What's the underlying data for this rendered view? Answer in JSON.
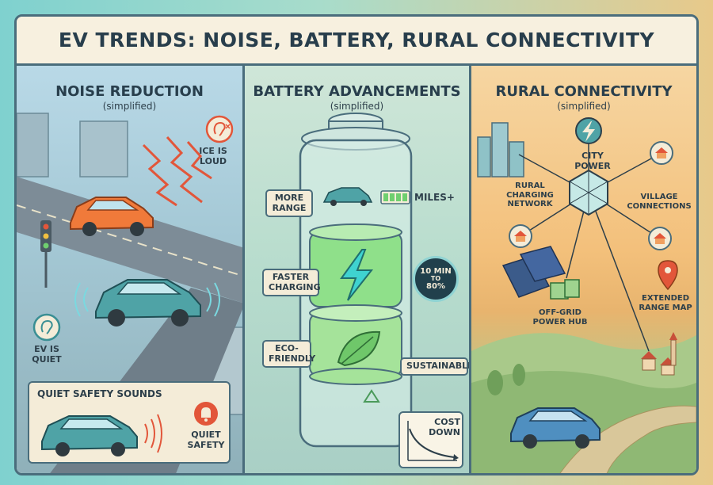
{
  "title": "EV TRENDS: NOISE, BATTERY, RURAL CONNECTIVITY",
  "panels": {
    "noise": {
      "title": "NOISE REDUCTION",
      "subtitle": "(simplified)",
      "ice_label": "ICE IS LOUD",
      "ev_label": "EV IS QUIET",
      "safety_title": "QUIET SAFETY SOUNDS",
      "safety_label": "QUIET SAFETY"
    },
    "battery": {
      "title": "BATTERY ADVANCEMENTS",
      "subtitle": "(simplified)",
      "more_range": "MORE RANGE",
      "miles": "MILES+",
      "faster_charging": "FASTER CHARGING",
      "charge_time": "10 MIN",
      "charge_to": "TO",
      "charge_pct": "80%",
      "eco_friendly": "ECO-FRIENDLY",
      "sustainable": "SUSTAINABLE",
      "cost_down": "COST DOWN"
    },
    "rural": {
      "title": "RURAL CONNECTIVITY",
      "subtitle": "(simplified)",
      "city_power": "CITY POWER",
      "rural_network": "RURAL CHARGING NETWORK",
      "village_connections": "VILLAGE CONNECTIONS",
      "offgrid_hub": "OFF-GRID POWER HUB",
      "extended_range": "EXTENDED RANGE MAP"
    }
  },
  "colors": {
    "outline": "#4a6d7c",
    "ice_car": "#f07a3a",
    "ev_car": "#4fa3a6",
    "accent_red": "#e2563a",
    "battery_green": "#7fd67a"
  },
  "icons": [
    "ear-icon",
    "bell-icon",
    "lightning-icon",
    "leaf-icon",
    "recycle-icon",
    "location-pin-icon",
    "house-icon",
    "solar-panel-icon"
  ]
}
